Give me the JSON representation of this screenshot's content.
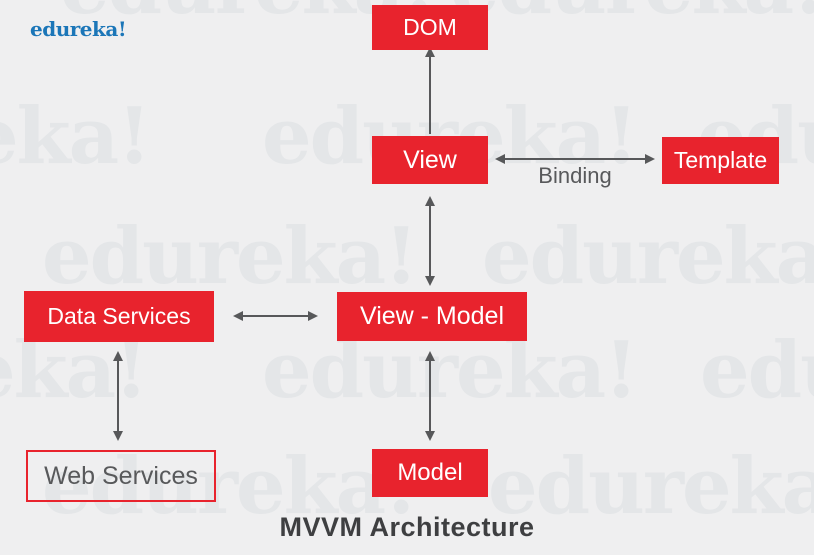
{
  "page": {
    "title": "MVVM Architecture"
  },
  "logo": {
    "text": "edureka!"
  },
  "watermark": {
    "text": "edureka!"
  },
  "diagram": {
    "nodes": {
      "dom": {
        "label": "DOM",
        "style": "solid-red"
      },
      "view": {
        "label": "View",
        "style": "solid-red"
      },
      "template": {
        "label": "Template",
        "style": "solid-red"
      },
      "data_services": {
        "label": "Data Services",
        "style": "solid-red"
      },
      "view_model": {
        "label": "View - Model",
        "style": "solid-red"
      },
      "web_services": {
        "label": "Web Services",
        "style": "outlined-red"
      },
      "model": {
        "label": "Model",
        "style": "solid-red"
      }
    },
    "edges": [
      {
        "from": "view",
        "to": "dom",
        "type": "single-arrow-up",
        "label": ""
      },
      {
        "from": "view",
        "to": "template",
        "type": "double-arrow-horizontal",
        "label": "Binding"
      },
      {
        "from": "view",
        "to": "view_model",
        "type": "double-arrow-vertical",
        "label": ""
      },
      {
        "from": "data_services",
        "to": "view_model",
        "type": "double-arrow-horizontal",
        "label": ""
      },
      {
        "from": "data_services",
        "to": "web_services",
        "type": "double-arrow-vertical",
        "label": ""
      },
      {
        "from": "view_model",
        "to": "model",
        "type": "double-arrow-vertical",
        "label": ""
      }
    ]
  },
  "colors": {
    "box_red": "#e8232d",
    "background": "#efeff0",
    "watermark_gray": "#e4e6e8",
    "arrow_gray": "#57585a",
    "logo_blue": "#1b76b8",
    "title_text": "#3e3f41",
    "box_text": "#ffffff",
    "outlined_box_text": "#58595b"
  }
}
